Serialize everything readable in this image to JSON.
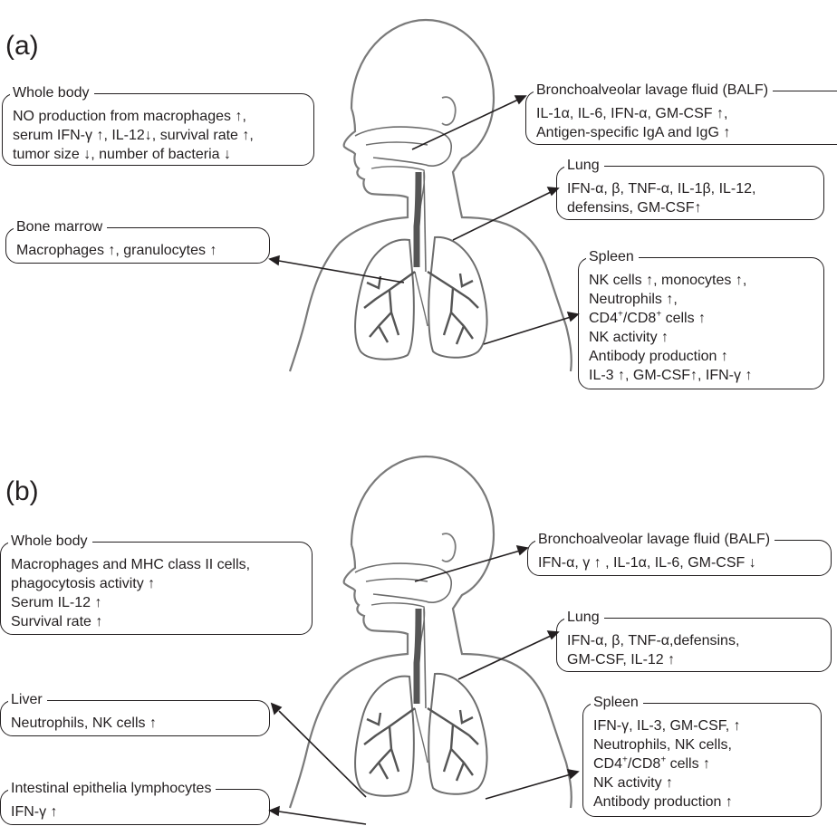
{
  "panel_a": {
    "label": "(a)",
    "boxes": {
      "whole_body": {
        "title": "Whole body",
        "lines": [
          "NO production from macrophages ↑,",
          "serum IFN-γ ↑, IL-12↓, survival rate ↑,",
          "tumor size ↓, number of bacteria ↓"
        ]
      },
      "balf": {
        "title": "Bronchoalveolar lavage fluid (BALF)",
        "lines": [
          "IL-1α, IL-6, IFN-α, GM-CSF ↑,",
          "Antigen-specific IgA and IgG ↑"
        ]
      },
      "lung": {
        "title": "Lung",
        "lines": [
          "IFN-α, β, TNF-α, IL-1β, IL-12,",
          "defensins, GM-CSF↑"
        ]
      },
      "bone_marrow": {
        "title": "Bone marrow",
        "lines": [
          "Macrophages ↑, granulocytes ↑"
        ]
      },
      "spleen": {
        "title": "Spleen",
        "lines": [
          "NK cells ↑, monocytes ↑,",
          "Neutrophils ↑,",
          "CD4",
          "/CD8",
          " cells ↑",
          "NK activity ↑",
          "Antibody production ↑",
          "IL-3 ↑, GM-CSF↑, IFN-γ ↑"
        ],
        "sup": "+"
      }
    }
  },
  "panel_b": {
    "label": "(b)",
    "boxes": {
      "whole_body": {
        "title": "Whole body",
        "lines": [
          "Macrophages and MHC class II cells,",
          "phagocytosis activity ↑",
          "Serum IL-12 ↑",
          "Survival rate ↑"
        ]
      },
      "balf": {
        "title": "Bronchoalveolar lavage fluid (BALF)",
        "lines": [
          "IFN-α, γ ↑ , IL-1α, IL-6, GM-CSF ↓"
        ]
      },
      "lung": {
        "title": "Lung",
        "lines": [
          "IFN-α, β, TNF-α,defensins,",
          "GM-CSF, IL-12 ↑"
        ]
      },
      "liver": {
        "title": "Liver",
        "lines": [
          "Neutrophils, NK cells ↑"
        ]
      },
      "spleen": {
        "title": "Spleen",
        "lines": [
          "IFN-γ, IL-3, GM-CSF, ↑",
          "Neutrophils, NK cells,",
          "CD4",
          "/CD8",
          " cells ↑",
          "NK activity ↑",
          "Antibody production ↑"
        ],
        "sup": "+"
      },
      "intestinal": {
        "title": "Intestinal epithelia lymphocytes",
        "lines": [
          "IFN-γ ↑"
        ]
      }
    }
  },
  "colors": {
    "ink": "#231f20",
    "figure_outline": "#7a7a7a",
    "trachea": "#555555"
  }
}
